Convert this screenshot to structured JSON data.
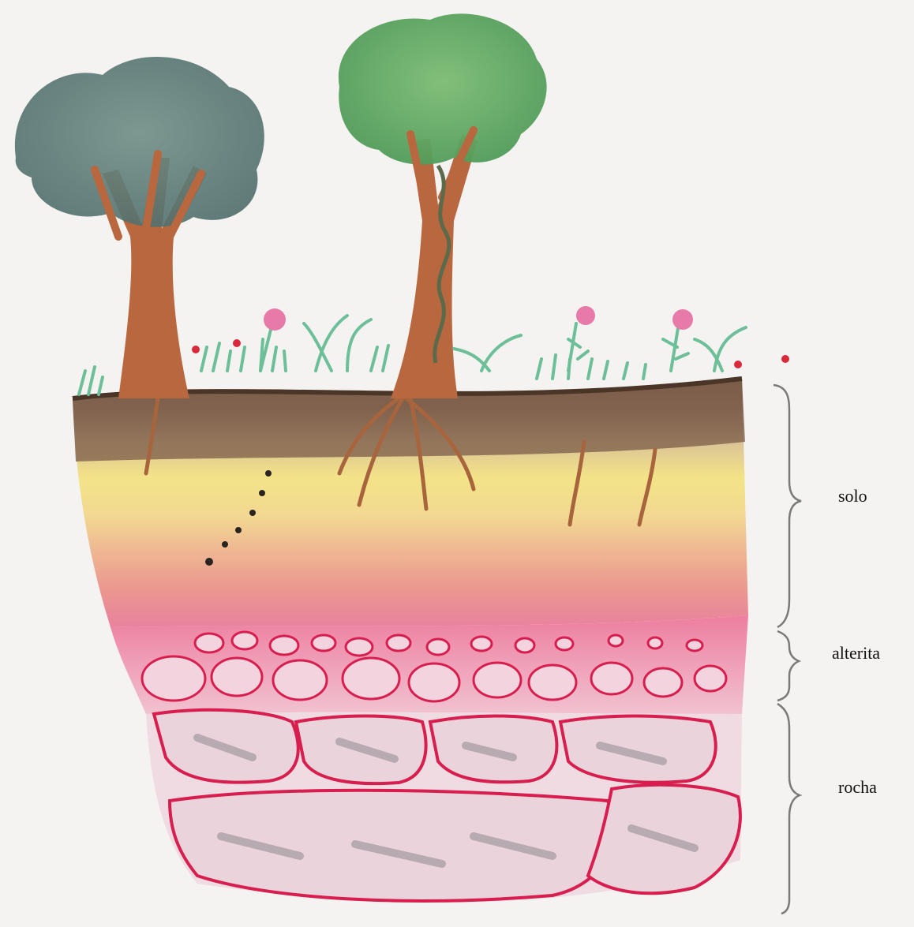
{
  "layers": {
    "solo": "solo",
    "alterita": "alterita",
    "rocha": "rocha"
  },
  "colors": {
    "paper": "#f4f3f1",
    "soil_dark": "#7a5a44",
    "soil_yellow": "#f1e07a",
    "soil_orange": "#e9a36b",
    "alterite_pink": "#e85a8a",
    "rock_fill": "#e9c9d3",
    "rock_outline": "#d81e4e",
    "tree_trunk": "#b9673e",
    "crown_bluegreen": "#5b7c78",
    "crown_green": "#5aa35d",
    "grass": "#6cbf98",
    "flower_pink": "#e77aa8"
  }
}
